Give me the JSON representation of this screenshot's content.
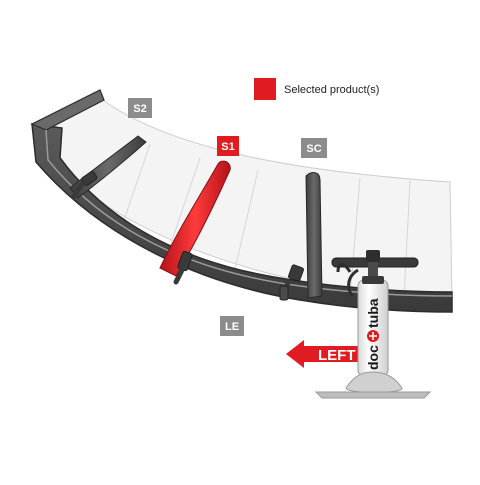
{
  "legend": {
    "label": "Selected product(s)",
    "color": "#e01b22"
  },
  "tags": {
    "s2": "S2",
    "s1": "S1",
    "sc": "SC",
    "le": "LE"
  },
  "direction": {
    "label": "LEFT",
    "arrow_icon": "arrow-left-icon"
  },
  "pump": {
    "brand_left": "doc",
    "brand_right": "tuba"
  },
  "colors": {
    "selected": "#e01b22",
    "tag_gray": "#8c8c8c",
    "bladder_dark": "#474747",
    "wing_light": "#f2f2f2"
  }
}
